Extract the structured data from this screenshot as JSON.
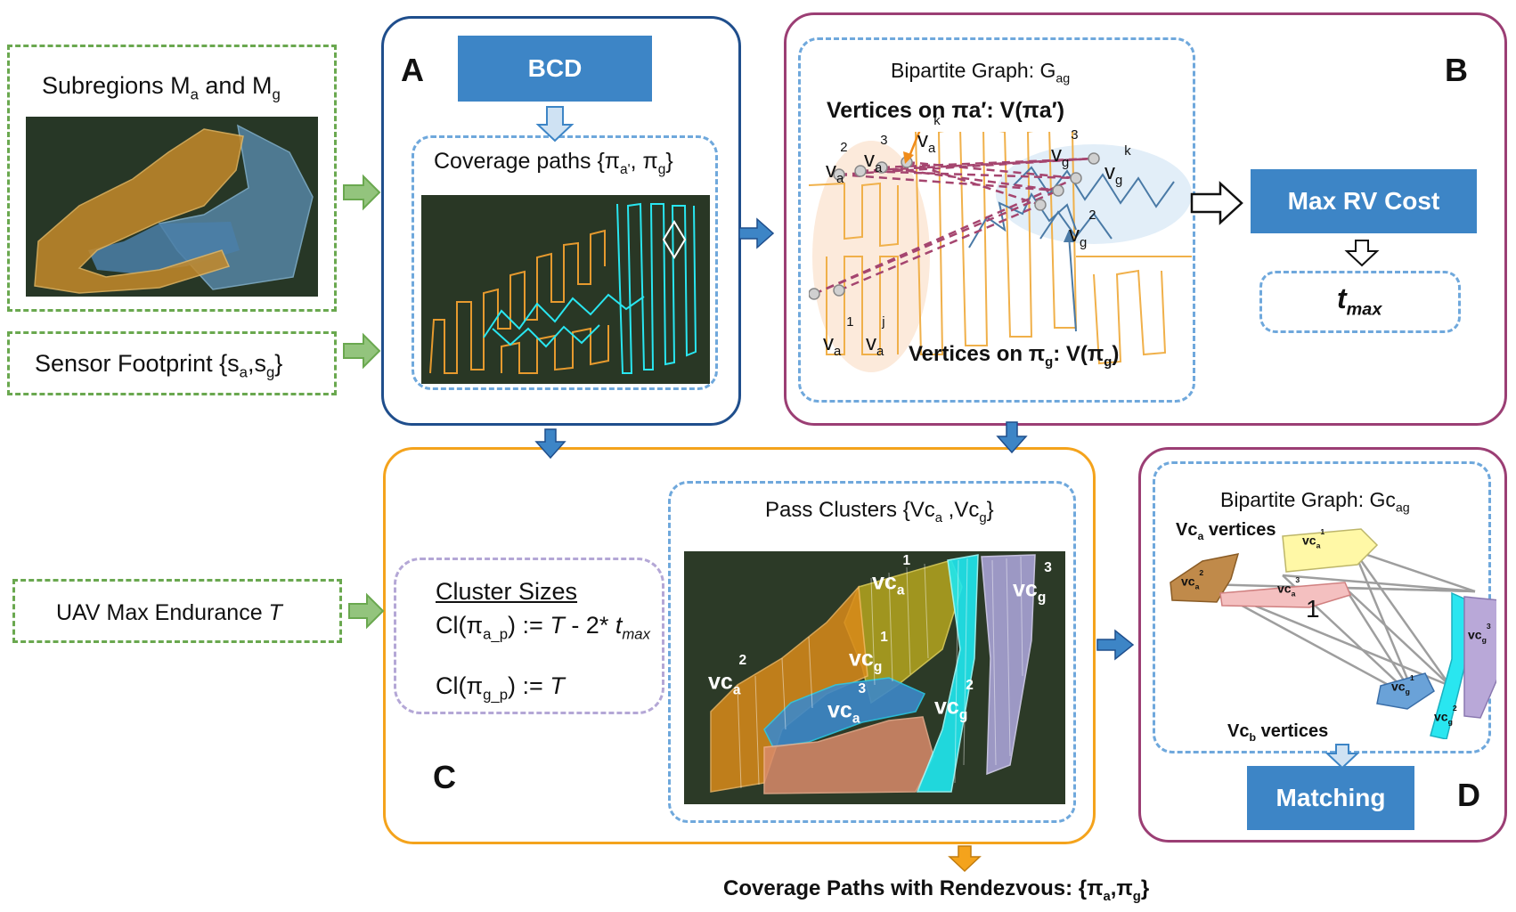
{
  "inputs": {
    "subregions": {
      "text": "Subregions M",
      "sub1": "a",
      "mid": " and M",
      "sub2": "g"
    },
    "sensor": {
      "text": "Sensor Footprint {s",
      "sub1": "a",
      "mid": ",s",
      "sub2": "g",
      "end": "}"
    },
    "endurance": {
      "text": "UAV Max Endurance ",
      "var": "T"
    }
  },
  "panel_a": {
    "letter": "A",
    "bcd_label": "BCD",
    "coverage": {
      "text": "Coverage paths {π",
      "sub1": "a'",
      "mid": ", π",
      "sub2": "g",
      "end": "}"
    }
  },
  "panel_b": {
    "letter": "B",
    "graph_title": {
      "text": "Bipartite Graph: G",
      "sub": "ag"
    },
    "vertices_top": "Vertices  on πa′: V(πa′)",
    "vertices_bottom": {
      "text": "Vertices  on π",
      "sub1": "g",
      "mid": ": V(π",
      "sub2": "g",
      "end": ")"
    },
    "vertex_labels": {
      "va2": {
        "base": "v",
        "sub": "a",
        "sup": "2"
      },
      "va3": {
        "base": "v",
        "sub": "a",
        "sup": "3"
      },
      "vak": {
        "base": "v",
        "sub": "a",
        "sup": "k"
      },
      "va1": {
        "base": "v",
        "sub": "a",
        "sup": "1"
      },
      "vaj": {
        "base": "v",
        "sub": "a",
        "sup": "j"
      },
      "vg3": {
        "base": "v",
        "sub": "g",
        "sup": "3"
      },
      "vgk": {
        "base": "v",
        "sub": "g",
        "sup": "k"
      },
      "vg2": {
        "base": "v",
        "sub": "g",
        "sup": "2"
      }
    },
    "max_rv_cost": "Max RV Cost",
    "tmax": {
      "text": "t",
      "sub": "max"
    }
  },
  "panel_c": {
    "letter": "C",
    "cluster_sizes_title": "Cluster Sizes",
    "formula1": {
      "pre": "Cl(π",
      "sub": "a_p",
      "mid": ") := ",
      "T": "T",
      "rest": " - 2* ",
      "t": "t",
      "tsub": "max"
    },
    "formula2": {
      "pre": "Cl(π",
      "sub": "g_p",
      "mid": ") := ",
      "T": "T"
    },
    "pass_clusters": {
      "text": "Pass Clusters {Vc",
      "sub1": "a",
      "mid": " ,Vc",
      "sub2": "g",
      "end": "}"
    },
    "map_labels": {
      "vca1": {
        "base": "vc",
        "sub": "a",
        "sup": "1"
      },
      "vca2": {
        "base": "vc",
        "sub": "a",
        "sup": "2"
      },
      "vca3": {
        "base": "vc",
        "sub": "a",
        "sup": "3"
      },
      "vcg1": {
        "base": "vc",
        "sub": "g",
        "sup": "1"
      },
      "vcg2": {
        "base": "vc",
        "sub": "g",
        "sup": "2"
      },
      "vcg3": {
        "base": "vc",
        "sub": "g",
        "sup": "3"
      }
    }
  },
  "panel_d": {
    "letter": "D",
    "graph_title": {
      "text": "Bipartite Graph: Gc",
      "sub": "ag"
    },
    "vca_vertices": {
      "base": "Vc",
      "sub": "a",
      "rest": "  vertices"
    },
    "vcb_vertices": {
      "base": "Vc",
      "sub": "b",
      "rest": "  vertices"
    },
    "number_one": "1",
    "matching": "Matching"
  },
  "output": {
    "text": "Coverage Paths with Rendezvous: {π",
    "sub1": "a",
    "mid": ",π",
    "sub2": "g",
    "end": "}"
  },
  "colors": {
    "panel_a_border": "#1f4e8c",
    "panel_b_border": "#9b3e74",
    "panel_c_border": "#f4a31c",
    "green_dash": "#6aa84f",
    "light_blue_dash": "#6fa8dc",
    "button_blue": "#3d85c6",
    "aerial_orange": "#e69a2e",
    "ground_cyan": "#29e6f0"
  }
}
